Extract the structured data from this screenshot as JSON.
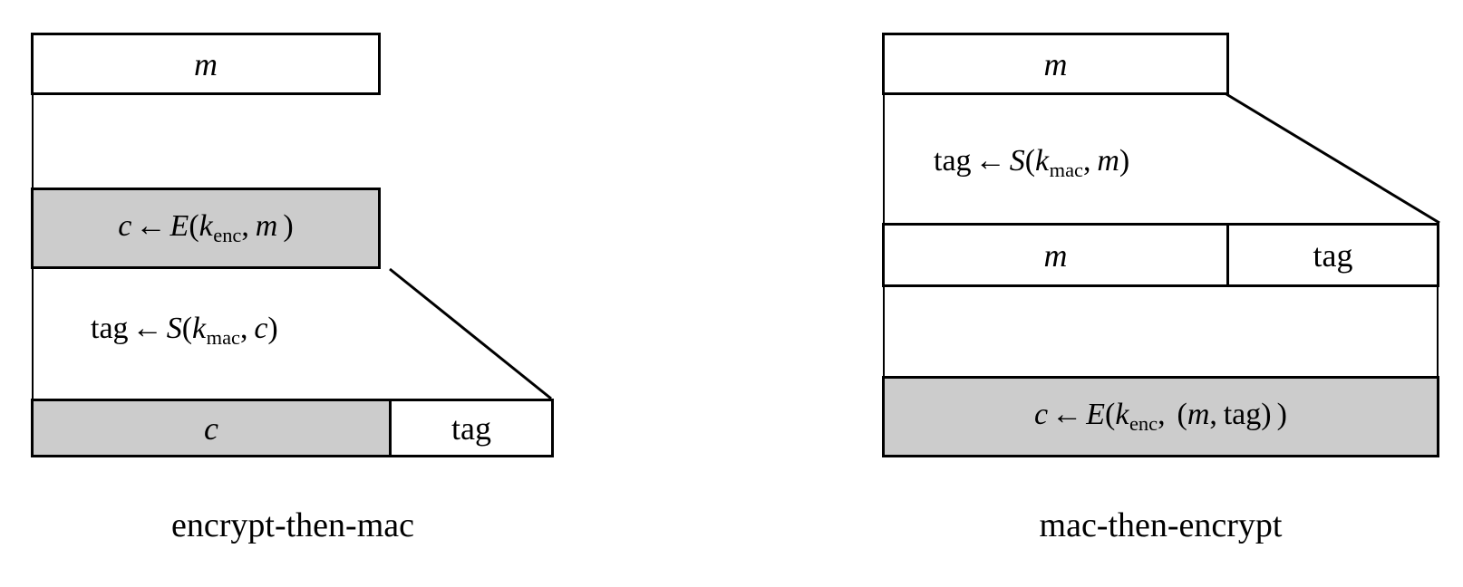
{
  "figure": {
    "type": "diagram",
    "description": "Two authenticated-encryption composition schemes shown side by side as stacked block diagrams",
    "background_color": "#ffffff",
    "stroke_color": "#000000",
    "highlight_fill": "#cccccc"
  },
  "left_diagram": {
    "caption": "encrypt-then-mac",
    "steps": [
      {
        "name": "plaintext-box",
        "label_plain": "m",
        "filled": false
      },
      {
        "name": "encrypt-step",
        "label_plain": "c ← E(k_enc, m )",
        "parts": {
          "result": "c",
          "arrow": "←",
          "func": "E",
          "key": "k",
          "key_sub": "enc",
          "arg": "m"
        },
        "filled": true
      },
      {
        "name": "mac-step-label",
        "label_plain": "tag ← S(k_mac, c)",
        "parts": {
          "result": "tag",
          "arrow": "←",
          "func": "S",
          "key": "k",
          "key_sub": "mac",
          "arg": "c"
        },
        "filled": false
      }
    ],
    "output_row": {
      "name": "output-ciphertext-row",
      "cells": [
        {
          "label": "c",
          "filled": true
        },
        {
          "label": "tag",
          "filled": false
        }
      ]
    }
  },
  "right_diagram": {
    "caption": "mac-then-encrypt",
    "steps": [
      {
        "name": "plaintext-box",
        "label_plain": "m",
        "filled": false
      },
      {
        "name": "mac-step-label",
        "label_plain": "tag ← S(k_mac, m)",
        "parts": {
          "result": "tag",
          "arrow": "←",
          "func": "S",
          "key": "k",
          "key_sub": "mac",
          "arg": "m"
        },
        "filled": false
      },
      {
        "name": "encrypt-step",
        "label_plain": "c ← E(k_enc,  (m, tag) )",
        "parts": {
          "result": "c",
          "arrow": "←",
          "func": "E",
          "key": "k",
          "key_sub": "enc",
          "arg": "(m, tag)"
        },
        "filled": true
      }
    ],
    "intermediate_row": {
      "name": "message-tag-row",
      "cells": [
        {
          "label": "m",
          "filled": false
        },
        {
          "label": "tag",
          "filled": false
        }
      ]
    }
  },
  "glyphs": {
    "left_arrow": "←",
    "lparen": "(",
    "rparen": ")",
    "comma": ","
  }
}
